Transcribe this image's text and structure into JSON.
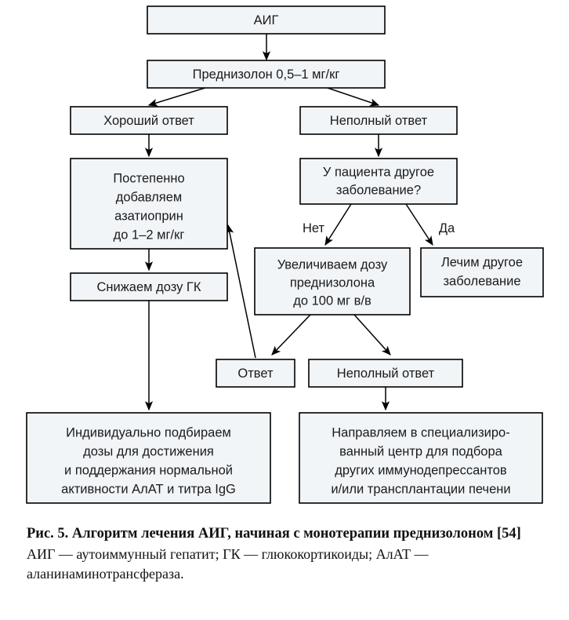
{
  "figure": {
    "type": "flowchart",
    "title": "Алгоритм лечения АИГ, начиная с монотерапии преднизолоном",
    "box_fill": "#f2f5f8",
    "box_stroke": "#000000",
    "background": "#ffffff"
  },
  "nodes": {
    "aig": {
      "label": "АИГ",
      "lines": [
        "АИГ"
      ]
    },
    "prednisolone": {
      "label": "Преднизолон 0,5–1 мг/кг",
      "lines": [
        "Преднизолон 0,5–1 мг/кг"
      ]
    },
    "good_response": {
      "label": "Хороший ответ",
      "lines": [
        "Хороший ответ"
      ]
    },
    "incomplete_response": {
      "label": "Неполный ответ",
      "lines": [
        "Неполный ответ"
      ]
    },
    "add_azathioprine": {
      "label": "Постепенно добавляем азатиоприн до 1–2 мг/кг",
      "lines": [
        "Постепенно",
        "добавляем",
        "азатиоприн",
        "до 1–2 мг/кг"
      ]
    },
    "other_disease_question": {
      "label": "У пациента другое заболевание?",
      "lines": [
        "У пациента другое",
        "заболевание?"
      ]
    },
    "lower_gc_dose": {
      "label": "Снижаем дозу ГК",
      "lines": [
        "Снижаем дозу ГК"
      ]
    },
    "increase_dose": {
      "label": "Увеличиваем дозу преднизолона до 100 мг в/в",
      "lines": [
        "Увеличиваем дозу",
        "преднизолона",
        "до 100 мг в/в"
      ]
    },
    "treat_other_disease": {
      "label": "Лечим другое заболевание",
      "lines": [
        "Лечим другое",
        "заболевание"
      ]
    },
    "response": {
      "label": "Ответ",
      "lines": [
        "Ответ"
      ]
    },
    "incomplete_response_2": {
      "label": "Неполный ответ",
      "lines": [
        "Неполный ответ"
      ]
    },
    "individual_doses": {
      "label": "Индивидуально подбираем дозы для достижения и поддержания нормальной активности АлАТ и титра IgG",
      "lines": [
        "Индивидуально подбираем",
        "дозы для достижения",
        "и поддержания нормальной",
        "активности АлАТ и титра IgG"
      ]
    },
    "refer_center": {
      "label": "Направляем в специализированный центр для подбора других иммунодепрессантов и/или трансплантации печени",
      "lines": [
        "Направляем в специализиро-",
        "ванный центр для подбора",
        "других иммунодепрессантов",
        "и/или трансплантации печени"
      ]
    }
  },
  "edge_labels": {
    "no": "Нет",
    "yes": "Да"
  },
  "caption": {
    "title": "Рис. 5. Алгоритм лечения АИГ, начиная с монотерапии преднизолоном [54]",
    "note": "АИГ — аутоиммунный гепатит; ГК — глюкокортикоиды; АлАТ — аланинаминотрансфераза."
  }
}
